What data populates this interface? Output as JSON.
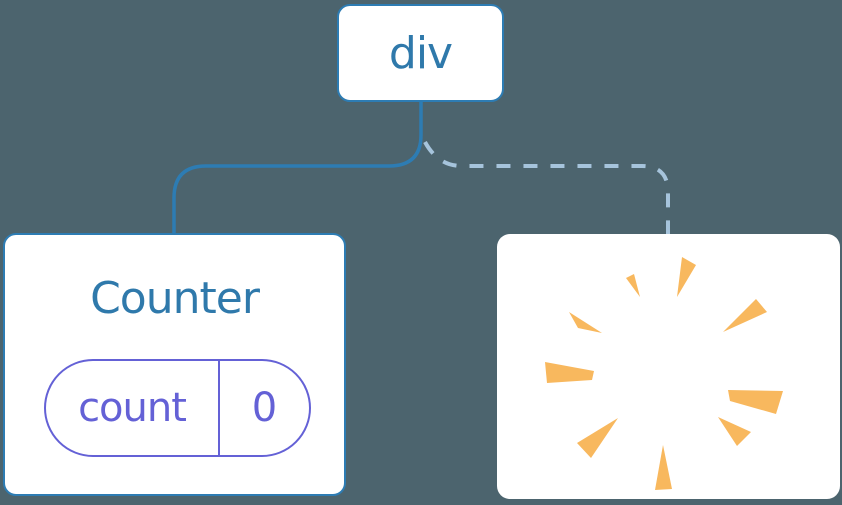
{
  "diagram": {
    "root_node": {
      "label": "div"
    },
    "counter_node": {
      "title": "Counter",
      "state_pill": {
        "name": "count",
        "value": "0"
      }
    },
    "removed_node": {
      "icon": "poof-burst-icon"
    }
  },
  "colors": {
    "background": "#4C646E",
    "node_fill": "#FFFFFF",
    "blue_border": "#2D7CB3",
    "blue_text": "#2F79AB",
    "purple": "#6461D6",
    "solid_edge": "#2D7CB3",
    "dashed_edge": "#A6C4DC",
    "poof_orange": "#F8B85E"
  }
}
